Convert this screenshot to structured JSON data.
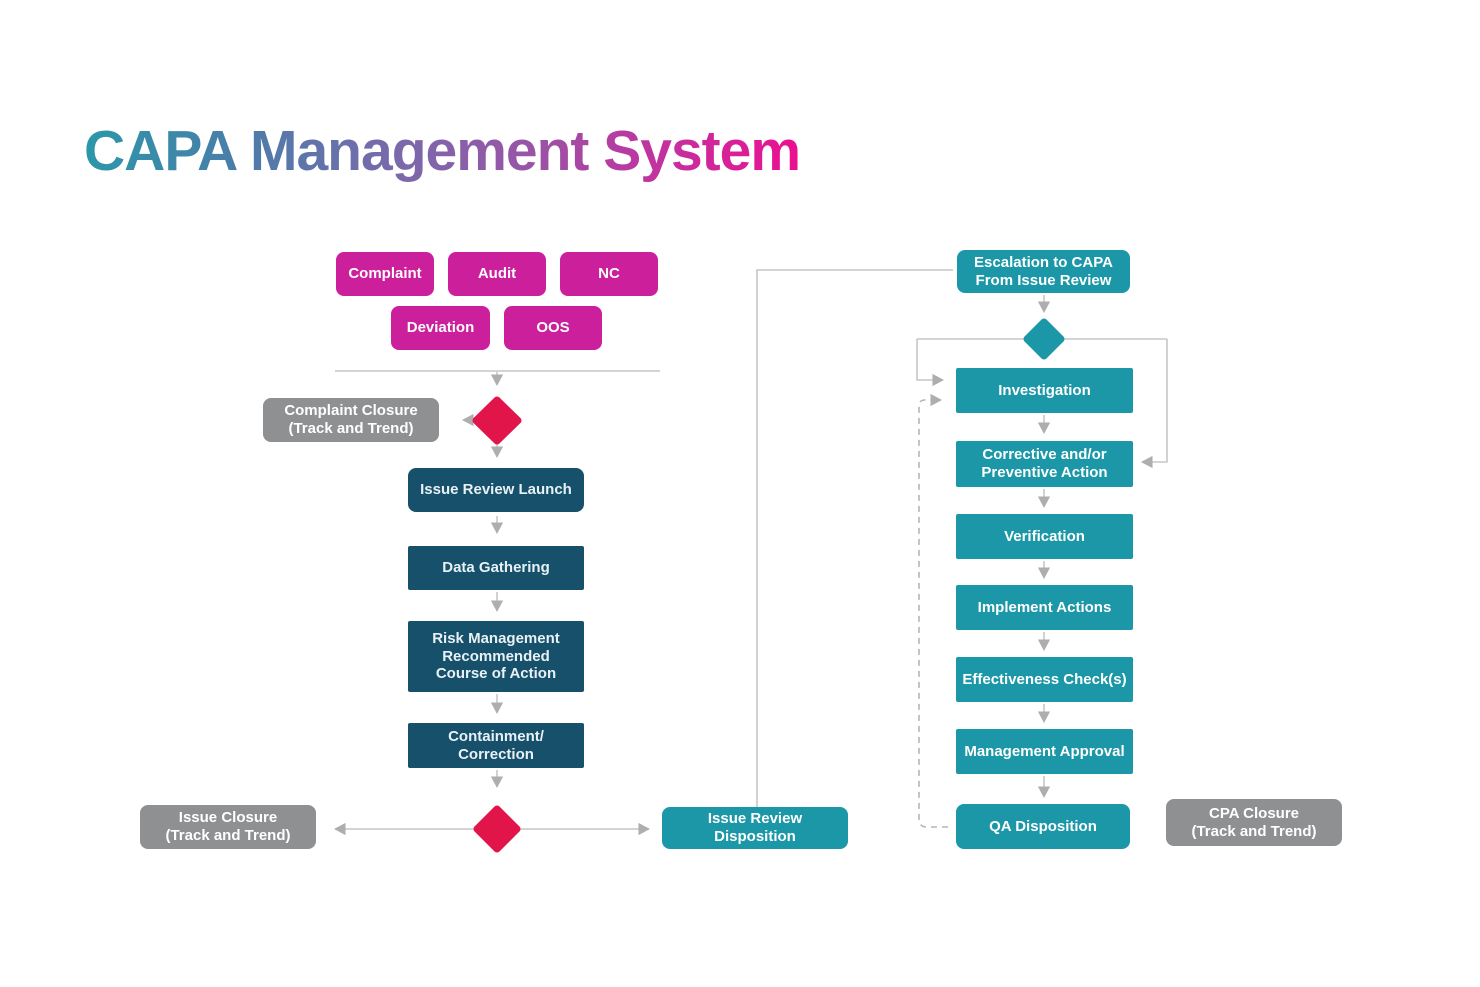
{
  "title": "CAPA Management System",
  "colors": {
    "magenta": "#cb1f9c",
    "navy": "#16506b",
    "teal": "#1b97a7",
    "gray": "#8f9091",
    "red": "#e2154a",
    "line": "#c6c6c6",
    "arrow": "#aeaeae"
  },
  "sources": {
    "complaint": "Complaint",
    "audit": "Audit",
    "nc": "NC",
    "deviation": "Deviation",
    "oos": "OOS"
  },
  "issue_flow": {
    "complaint_closure": "Complaint Closure\n(Track and Trend)",
    "issue_review_launch": "Issue Review Launch",
    "data_gathering": "Data Gathering",
    "risk_management": "Risk Management\nRecommended\nCourse of Action",
    "containment_correction": "Containment/\nCorrection",
    "issue_closure": "Issue Closure\n(Track and Trend)",
    "issue_review_disposition": "Issue Review Disposition"
  },
  "capa_flow": {
    "escalation": "Escalation to CAPA\nFrom Issue Review",
    "investigation": "Investigation",
    "corrective_preventive": "Corrective and/or\nPreventive Action",
    "verification": "Verification",
    "implement_actions": "Implement Actions",
    "effectiveness_checks": "Effectiveness Check(s)",
    "management_approval": "Management Approval",
    "qa_disposition": "QA Disposition",
    "cpa_closure": "CPA Closure\n(Track and Trend)"
  }
}
